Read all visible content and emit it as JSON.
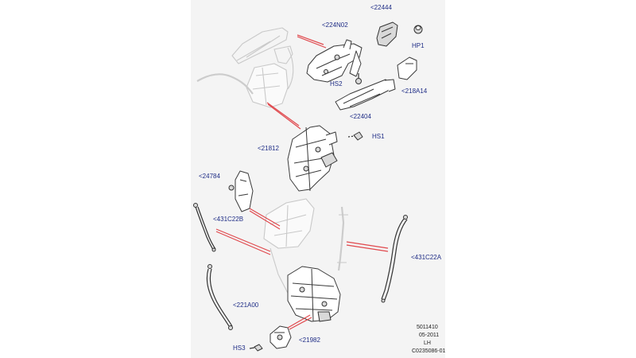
{
  "labels": {
    "p22444": "<22444",
    "p224N02": "<224N02",
    "pHP1": "HP1",
    "pHS2": "HS2",
    "p218A14": "<218A14",
    "p22404": "<22404",
    "p21812": "<21812",
    "pHS1": "HS1",
    "p24784": "<24784",
    "p431C22B": "<431C22B",
    "p431C22A": "<431C22A",
    "p221A00": "<221A00",
    "pHS3": "HS3",
    "p21982": "<21982"
  },
  "footer": {
    "ref": "5011410",
    "date": "05-2011",
    "side": "LH",
    "drawing_id": "C0235086-01"
  },
  "colors": {
    "label": "#1f2d86",
    "leader": "#e0484d",
    "background": "#f4f4f4"
  }
}
